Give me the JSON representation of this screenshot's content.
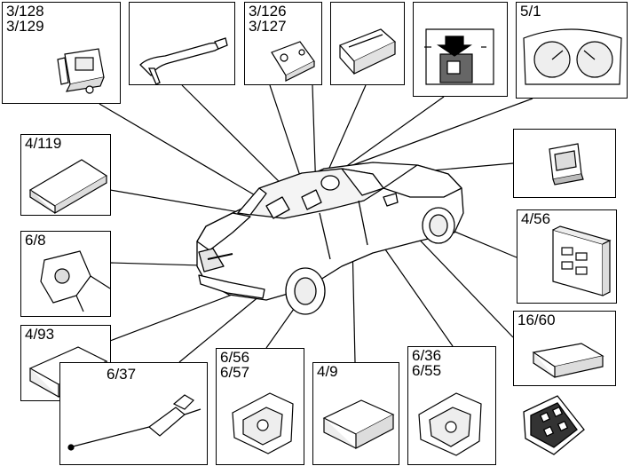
{
  "components": [
    {
      "id": "b1",
      "label": "3/128\n3/129",
      "icon": "module-connector-icon"
    },
    {
      "id": "b2",
      "label": "",
      "icon": "door-handle-icon"
    },
    {
      "id": "b3",
      "label": "3/126\n3/127",
      "icon": "sensor-module-icon"
    },
    {
      "id": "b4",
      "label": "",
      "icon": "switch-unit-icon"
    },
    {
      "id": "b5",
      "label": "",
      "icon": "fuel-door-button-icon"
    },
    {
      "id": "b6",
      "label": "5/1",
      "icon": "instrument-cluster-icon"
    },
    {
      "id": "b7",
      "label": "4/119",
      "icon": "control-module-icon"
    },
    {
      "id": "b8",
      "label": "",
      "icon": "push-button-icon"
    },
    {
      "id": "b9",
      "label": "4/56",
      "icon": "central-electronic-module-icon"
    },
    {
      "id": "b10",
      "label": "6/8",
      "icon": "trunk-lock-icon"
    },
    {
      "id": "b11",
      "label": "16/60",
      "icon": "keyless-module-icon"
    },
    {
      "id": "b12",
      "label": "4/93",
      "icon": "door-module-icon"
    },
    {
      "id": "b13",
      "label": "6/37",
      "icon": "release-cable-icon"
    },
    {
      "id": "b14",
      "label": "6/56\n6/57",
      "icon": "door-lock-icon"
    },
    {
      "id": "b15",
      "label": "4/9",
      "icon": "airbag-module-icon"
    },
    {
      "id": "b16",
      "label": "6/36\n6/55",
      "icon": "door-lock-icon"
    }
  ],
  "remote_key": {
    "icon": "remote-key-icon"
  },
  "vehicle": {
    "icon": "car-overview-icon"
  }
}
